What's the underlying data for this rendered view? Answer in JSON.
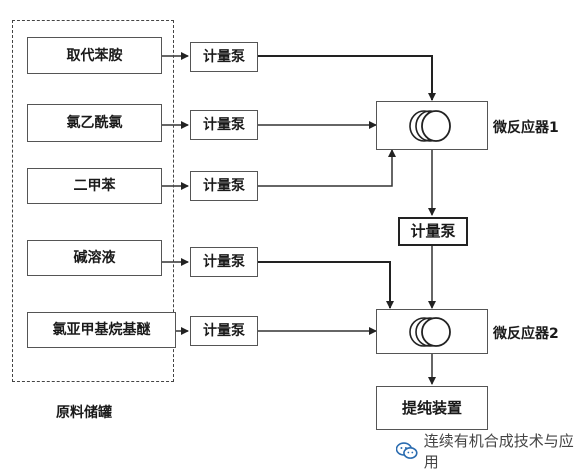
{
  "diagram": {
    "raw_materials": [
      "取代苯胺",
      "氯乙酰氯",
      "二甲苯",
      "碱溶液",
      "氯亚甲基烷基醚"
    ],
    "pump_label": "计量泵",
    "reactor1_label": "微反应器1",
    "reactor2_label": "微反应器2",
    "middle_pump_label": "计量泵",
    "purification_label": "提纯装置",
    "storage_label": "原料储罐"
  },
  "watermark": {
    "text": "连续有机合成技术与应用",
    "icon": "wechat-icon"
  },
  "colors": {
    "line": "#333333",
    "border": "#555555",
    "watermark": "#2b6cb0"
  }
}
